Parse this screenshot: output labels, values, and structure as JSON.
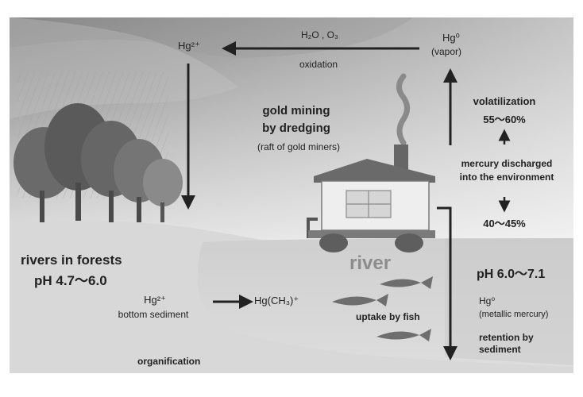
{
  "top_cycle": {
    "hg2_label": "Hg²⁺",
    "reactants": "H₂O , O₃",
    "oxidation_label": "oxidation",
    "hg0_label": "Hg⁰",
    "vapor_label": "(vapor)"
  },
  "mining": {
    "title_line1": "gold mining",
    "title_line2": "by dredging",
    "subtitle": "(raft of gold miners)"
  },
  "volatilization": {
    "label": "volatilization",
    "percent": "55～60%"
  },
  "discharge": {
    "line1": "mercury discharged",
    "line2": "into the environment",
    "percent_down": "40～45%"
  },
  "forest": {
    "line1": "rivers in forests",
    "line2": "pH 4.7～6.0"
  },
  "river": {
    "label": "river",
    "ph": "pH 6.0～7.1"
  },
  "sediment": {
    "hg2_label": "Hg²⁺",
    "bottom_label": "bottom sediment",
    "methyl_label": "Hg(CH₃)⁺",
    "organification": "organification",
    "uptake": "uptake by fish"
  },
  "metallic": {
    "hg0_label": "Hg⁰",
    "metallic_label": "(metallic mercury)",
    "retention_line1": "retention by",
    "retention_line2": "sediment"
  }
}
